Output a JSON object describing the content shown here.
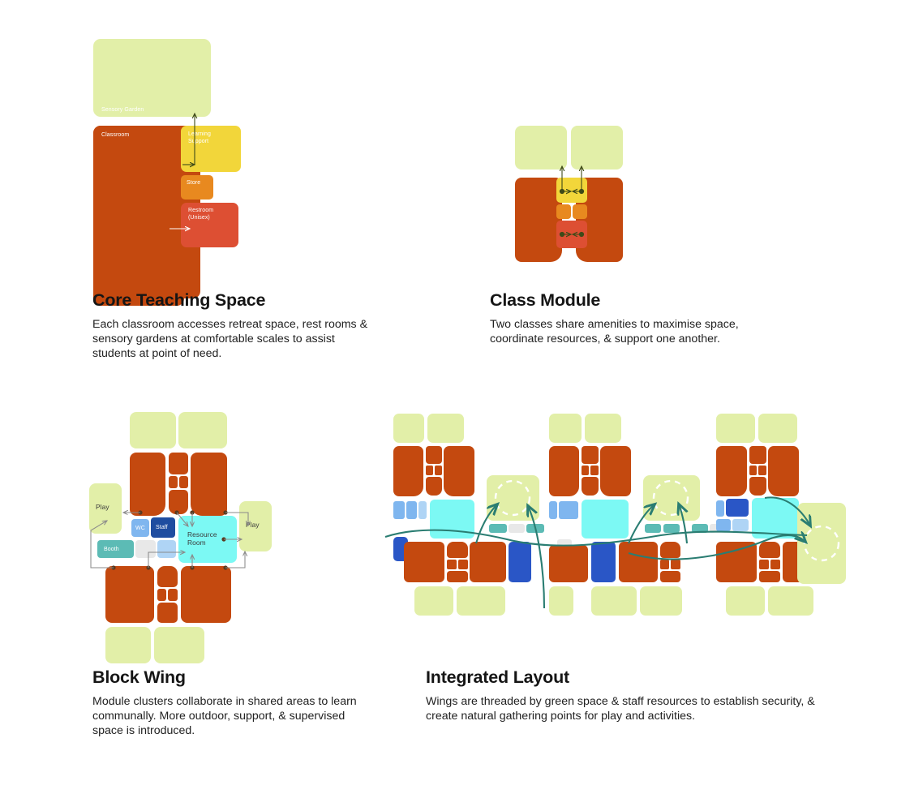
{
  "page": {
    "background": "#ffffff",
    "kind": "architectural-massing-diagram-set"
  },
  "palette": {
    "classroom_orange": "#C4490F",
    "garden_green": "#E2EFA8",
    "learning_yellow": "#F2D63A",
    "store_orange": "#E8891F",
    "restroom_red": "#DD4F33",
    "resource_cyan": "#7CF9F4",
    "wc_blue": "#7FB6EF",
    "staff_navy": "#1F4DA0",
    "booth_teal": "#5CBBB5",
    "neutral_grey": "#E8E8E8",
    "pale_blue": "#AFD4F5",
    "route_teal": "#2A7D72",
    "arrow_grey": "#8A8A8A",
    "arrow_dark": "#4A4A2A",
    "text_dark": "#151515"
  },
  "panels": [
    {
      "id": "core",
      "title": "Core Teaching Space",
      "body": "Each classroom accesses retreat space, rest rooms & sensory gardens at comfortable scales to assist students at point of need.",
      "room_labels": {
        "garden": "Sensory Garden",
        "classroom": "Classroom",
        "learning_support": "Learning\nSupport",
        "store": "Store",
        "restroom": "Restroom\n(Unisex)"
      }
    },
    {
      "id": "module",
      "title": "Class Module",
      "body": "Two classes share amenities to maximise space, coordinate resources, & support one another.",
      "room_labels": {}
    },
    {
      "id": "block",
      "title": "Block Wing",
      "body": "Module clusters collaborate in shared areas to learn communally. More outdoor, support, & supervised space is introduced.",
      "room_labels": {
        "play_left": "Play",
        "play_right": "Play",
        "wc": "WC",
        "staff": "Staff",
        "booth": "Booth",
        "resource": "Resource\nRoom"
      }
    },
    {
      "id": "integrated",
      "title": "Integrated Layout",
      "body": "Wings are threaded by green space & staff resources to establish security, & create natural gathering points for play and activities.",
      "room_labels": {}
    }
  ],
  "legend_meaning": {
    "orange": "classroom / teaching mass",
    "green": "outdoor sensory garden & play space",
    "yellow": "learning support retreat",
    "small_orange": "store",
    "red": "unisex restroom",
    "cyan": "shared resource room",
    "navy": "staff space",
    "teal": "booth",
    "dashed_circle": "natural gathering point"
  }
}
